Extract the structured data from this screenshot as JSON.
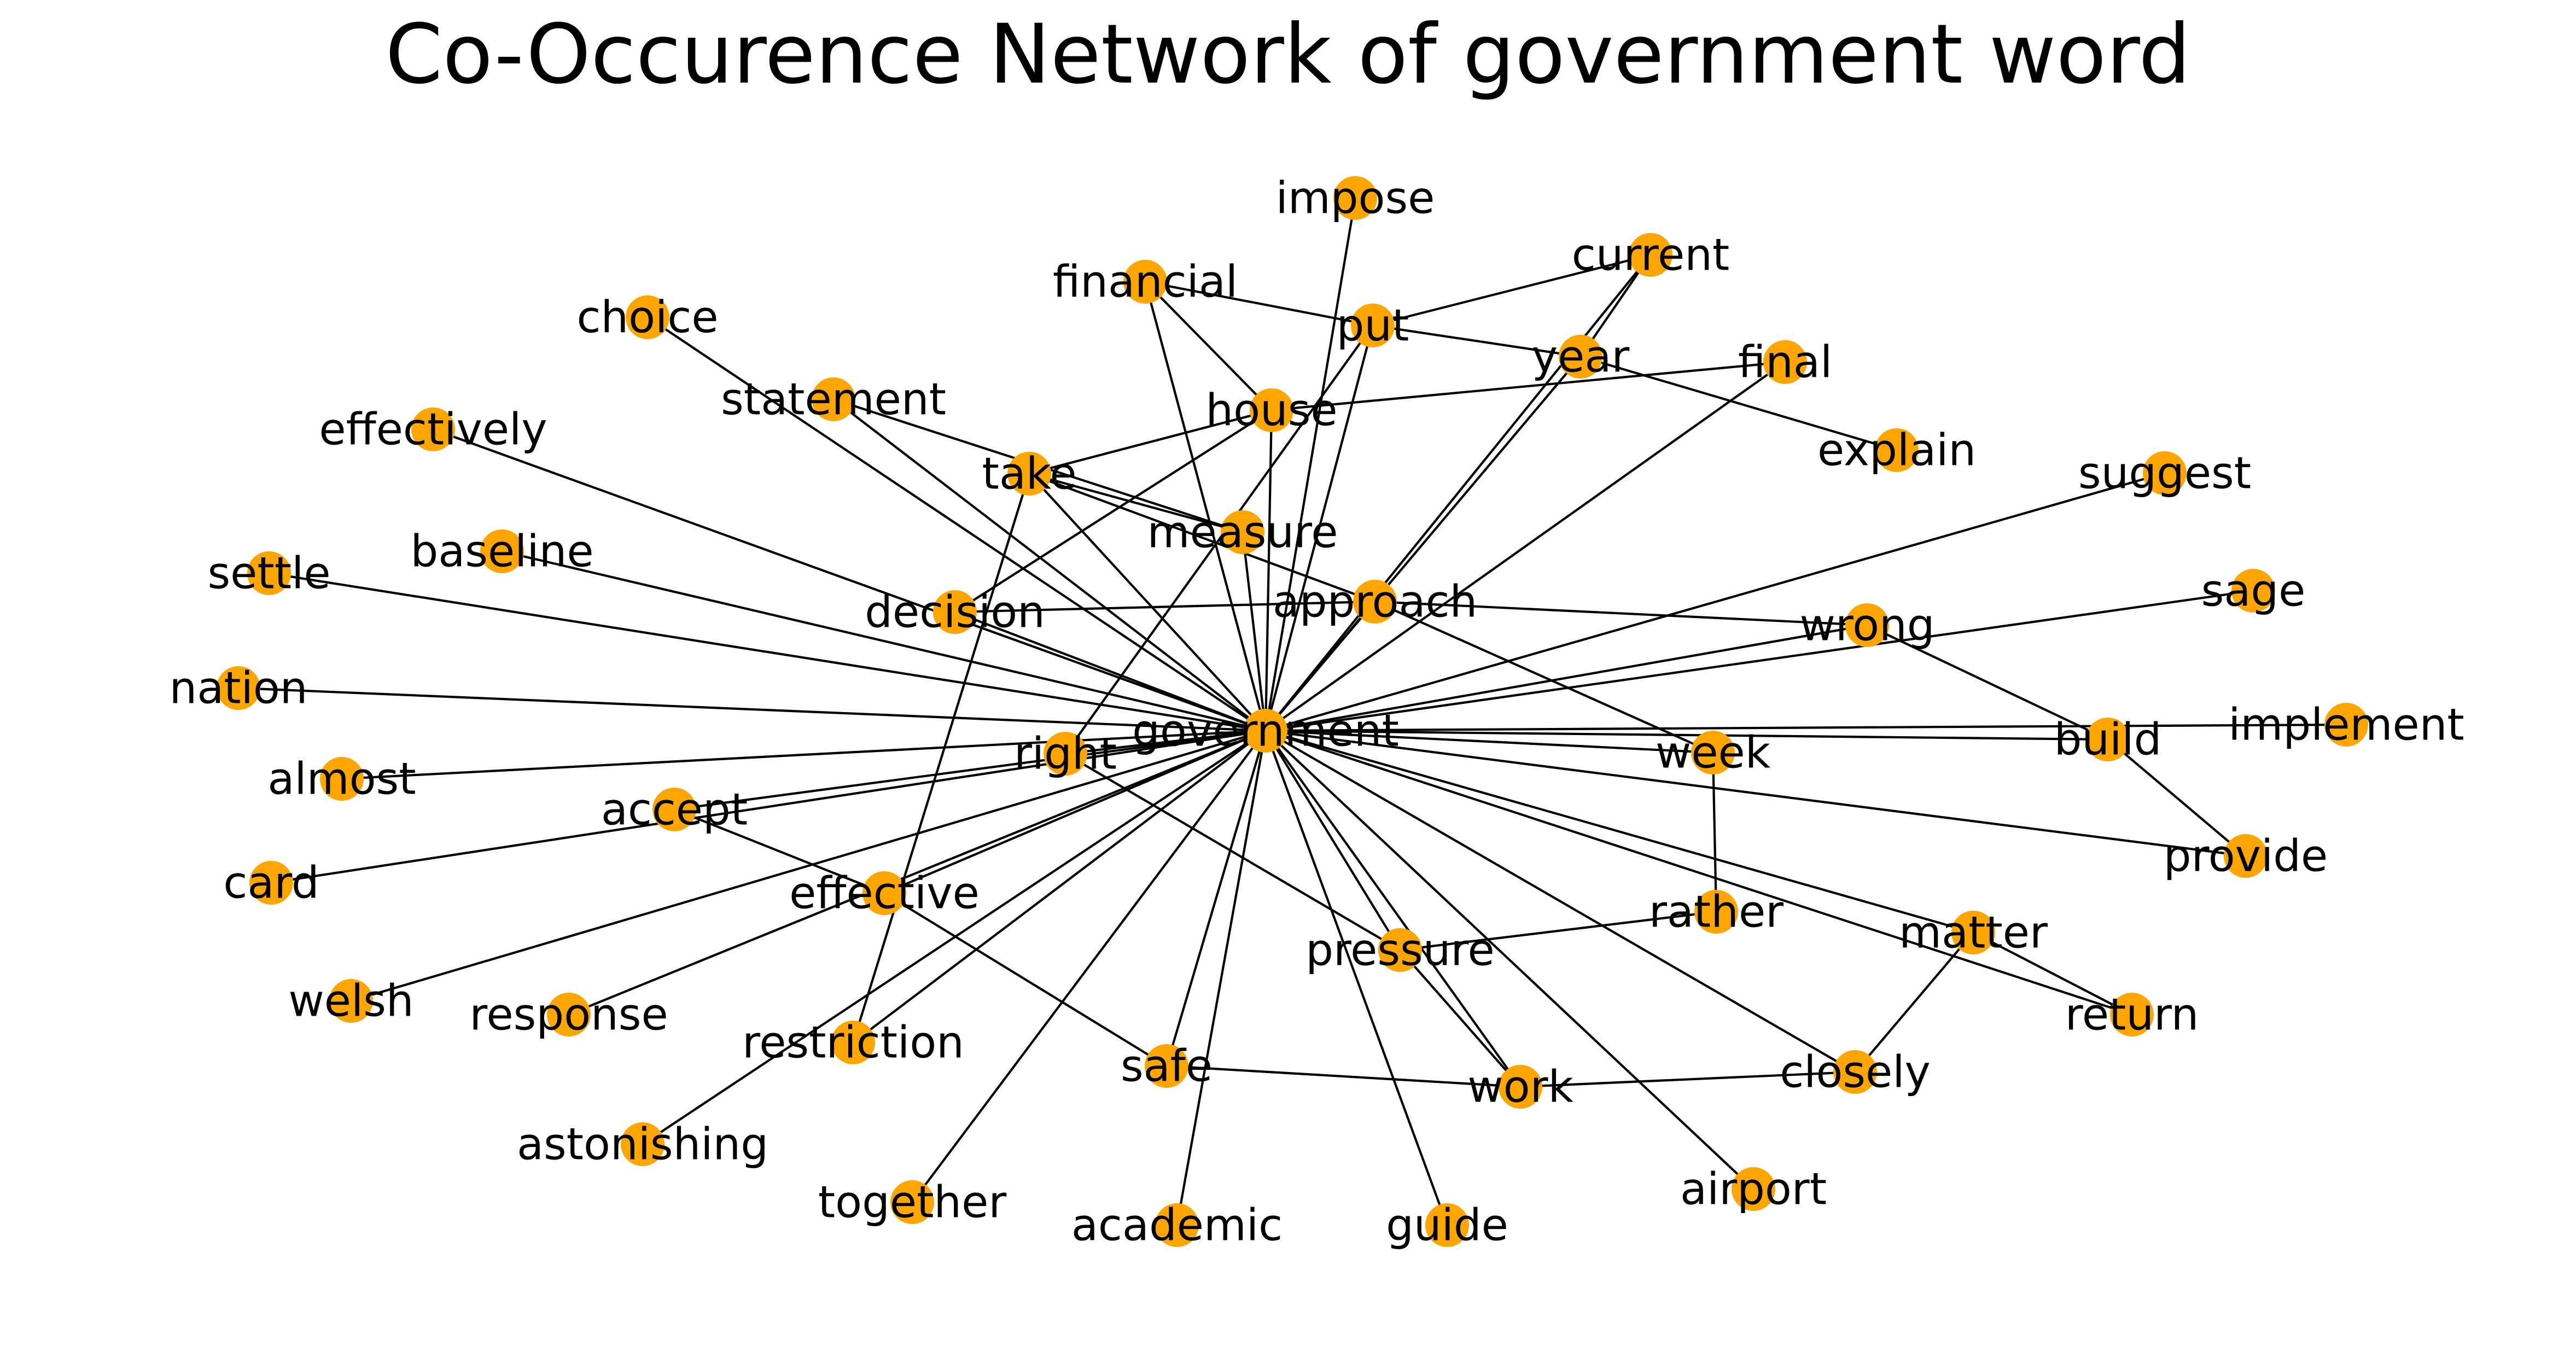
{
  "title": "Co-Occurence Network of government word",
  "colors": {
    "node": "#FFA500",
    "edge": "#000000",
    "label": "#000000",
    "background": "#ffffff"
  },
  "nodes": [
    "government",
    "impose",
    "financial",
    "current",
    "put",
    "choice",
    "year",
    "final",
    "statement",
    "house",
    "explain",
    "effectively",
    "take",
    "suggest",
    "measure",
    "baseline",
    "settle",
    "approach",
    "sage",
    "decision",
    "wrong",
    "nation",
    "implement",
    "build",
    "right",
    "week",
    "almost",
    "accept",
    "provide",
    "card",
    "effective",
    "rather",
    "matter",
    "pressure",
    "welsh",
    "response",
    "return",
    "restriction",
    "closely",
    "safe",
    "work",
    "astonishing",
    "airport",
    "together",
    "academic",
    "guide"
  ],
  "edges": [
    [
      "government",
      "impose"
    ],
    [
      "government",
      "financial"
    ],
    [
      "government",
      "current"
    ],
    [
      "government",
      "put"
    ],
    [
      "government",
      "choice"
    ],
    [
      "government",
      "year"
    ],
    [
      "government",
      "final"
    ],
    [
      "government",
      "statement"
    ],
    [
      "government",
      "house"
    ],
    [
      "government",
      "effectively"
    ],
    [
      "government",
      "take"
    ],
    [
      "government",
      "suggest"
    ],
    [
      "government",
      "measure"
    ],
    [
      "government",
      "baseline"
    ],
    [
      "government",
      "settle"
    ],
    [
      "government",
      "approach"
    ],
    [
      "government",
      "sage"
    ],
    [
      "government",
      "decision"
    ],
    [
      "government",
      "wrong"
    ],
    [
      "government",
      "nation"
    ],
    [
      "government",
      "implement"
    ],
    [
      "government",
      "build"
    ],
    [
      "government",
      "right"
    ],
    [
      "government",
      "week"
    ],
    [
      "government",
      "almost"
    ],
    [
      "government",
      "accept"
    ],
    [
      "government",
      "provide"
    ],
    [
      "government",
      "card"
    ],
    [
      "government",
      "effective"
    ],
    [
      "government",
      "matter"
    ],
    [
      "government",
      "pressure"
    ],
    [
      "government",
      "welsh"
    ],
    [
      "government",
      "response"
    ],
    [
      "government",
      "return"
    ],
    [
      "government",
      "restriction"
    ],
    [
      "government",
      "closely"
    ],
    [
      "government",
      "safe"
    ],
    [
      "government",
      "work"
    ],
    [
      "government",
      "astonishing"
    ],
    [
      "government",
      "airport"
    ],
    [
      "government",
      "together"
    ],
    [
      "government",
      "academic"
    ],
    [
      "government",
      "guide"
    ],
    [
      "financial",
      "put"
    ],
    [
      "financial",
      "house"
    ],
    [
      "put",
      "current"
    ],
    [
      "put",
      "year"
    ],
    [
      "put",
      "right"
    ],
    [
      "current",
      "year"
    ],
    [
      "year",
      "explain"
    ],
    [
      "house",
      "take"
    ],
    [
      "house",
      "final"
    ],
    [
      "house",
      "decision"
    ],
    [
      "statement",
      "measure"
    ],
    [
      "take",
      "approach"
    ],
    [
      "take",
      "measure"
    ],
    [
      "take",
      "restriction"
    ],
    [
      "decision",
      "approach"
    ],
    [
      "approach",
      "wrong"
    ],
    [
      "approach",
      "week"
    ],
    [
      "wrong",
      "build"
    ],
    [
      "build",
      "provide"
    ],
    [
      "week",
      "rather"
    ],
    [
      "rather",
      "pressure"
    ],
    [
      "pressure",
      "right"
    ],
    [
      "pressure",
      "work"
    ],
    [
      "matter",
      "closely"
    ],
    [
      "matter",
      "return"
    ],
    [
      "accept",
      "effective"
    ],
    [
      "effective",
      "safe"
    ],
    [
      "safe",
      "work"
    ],
    [
      "work",
      "closely"
    ]
  ]
}
